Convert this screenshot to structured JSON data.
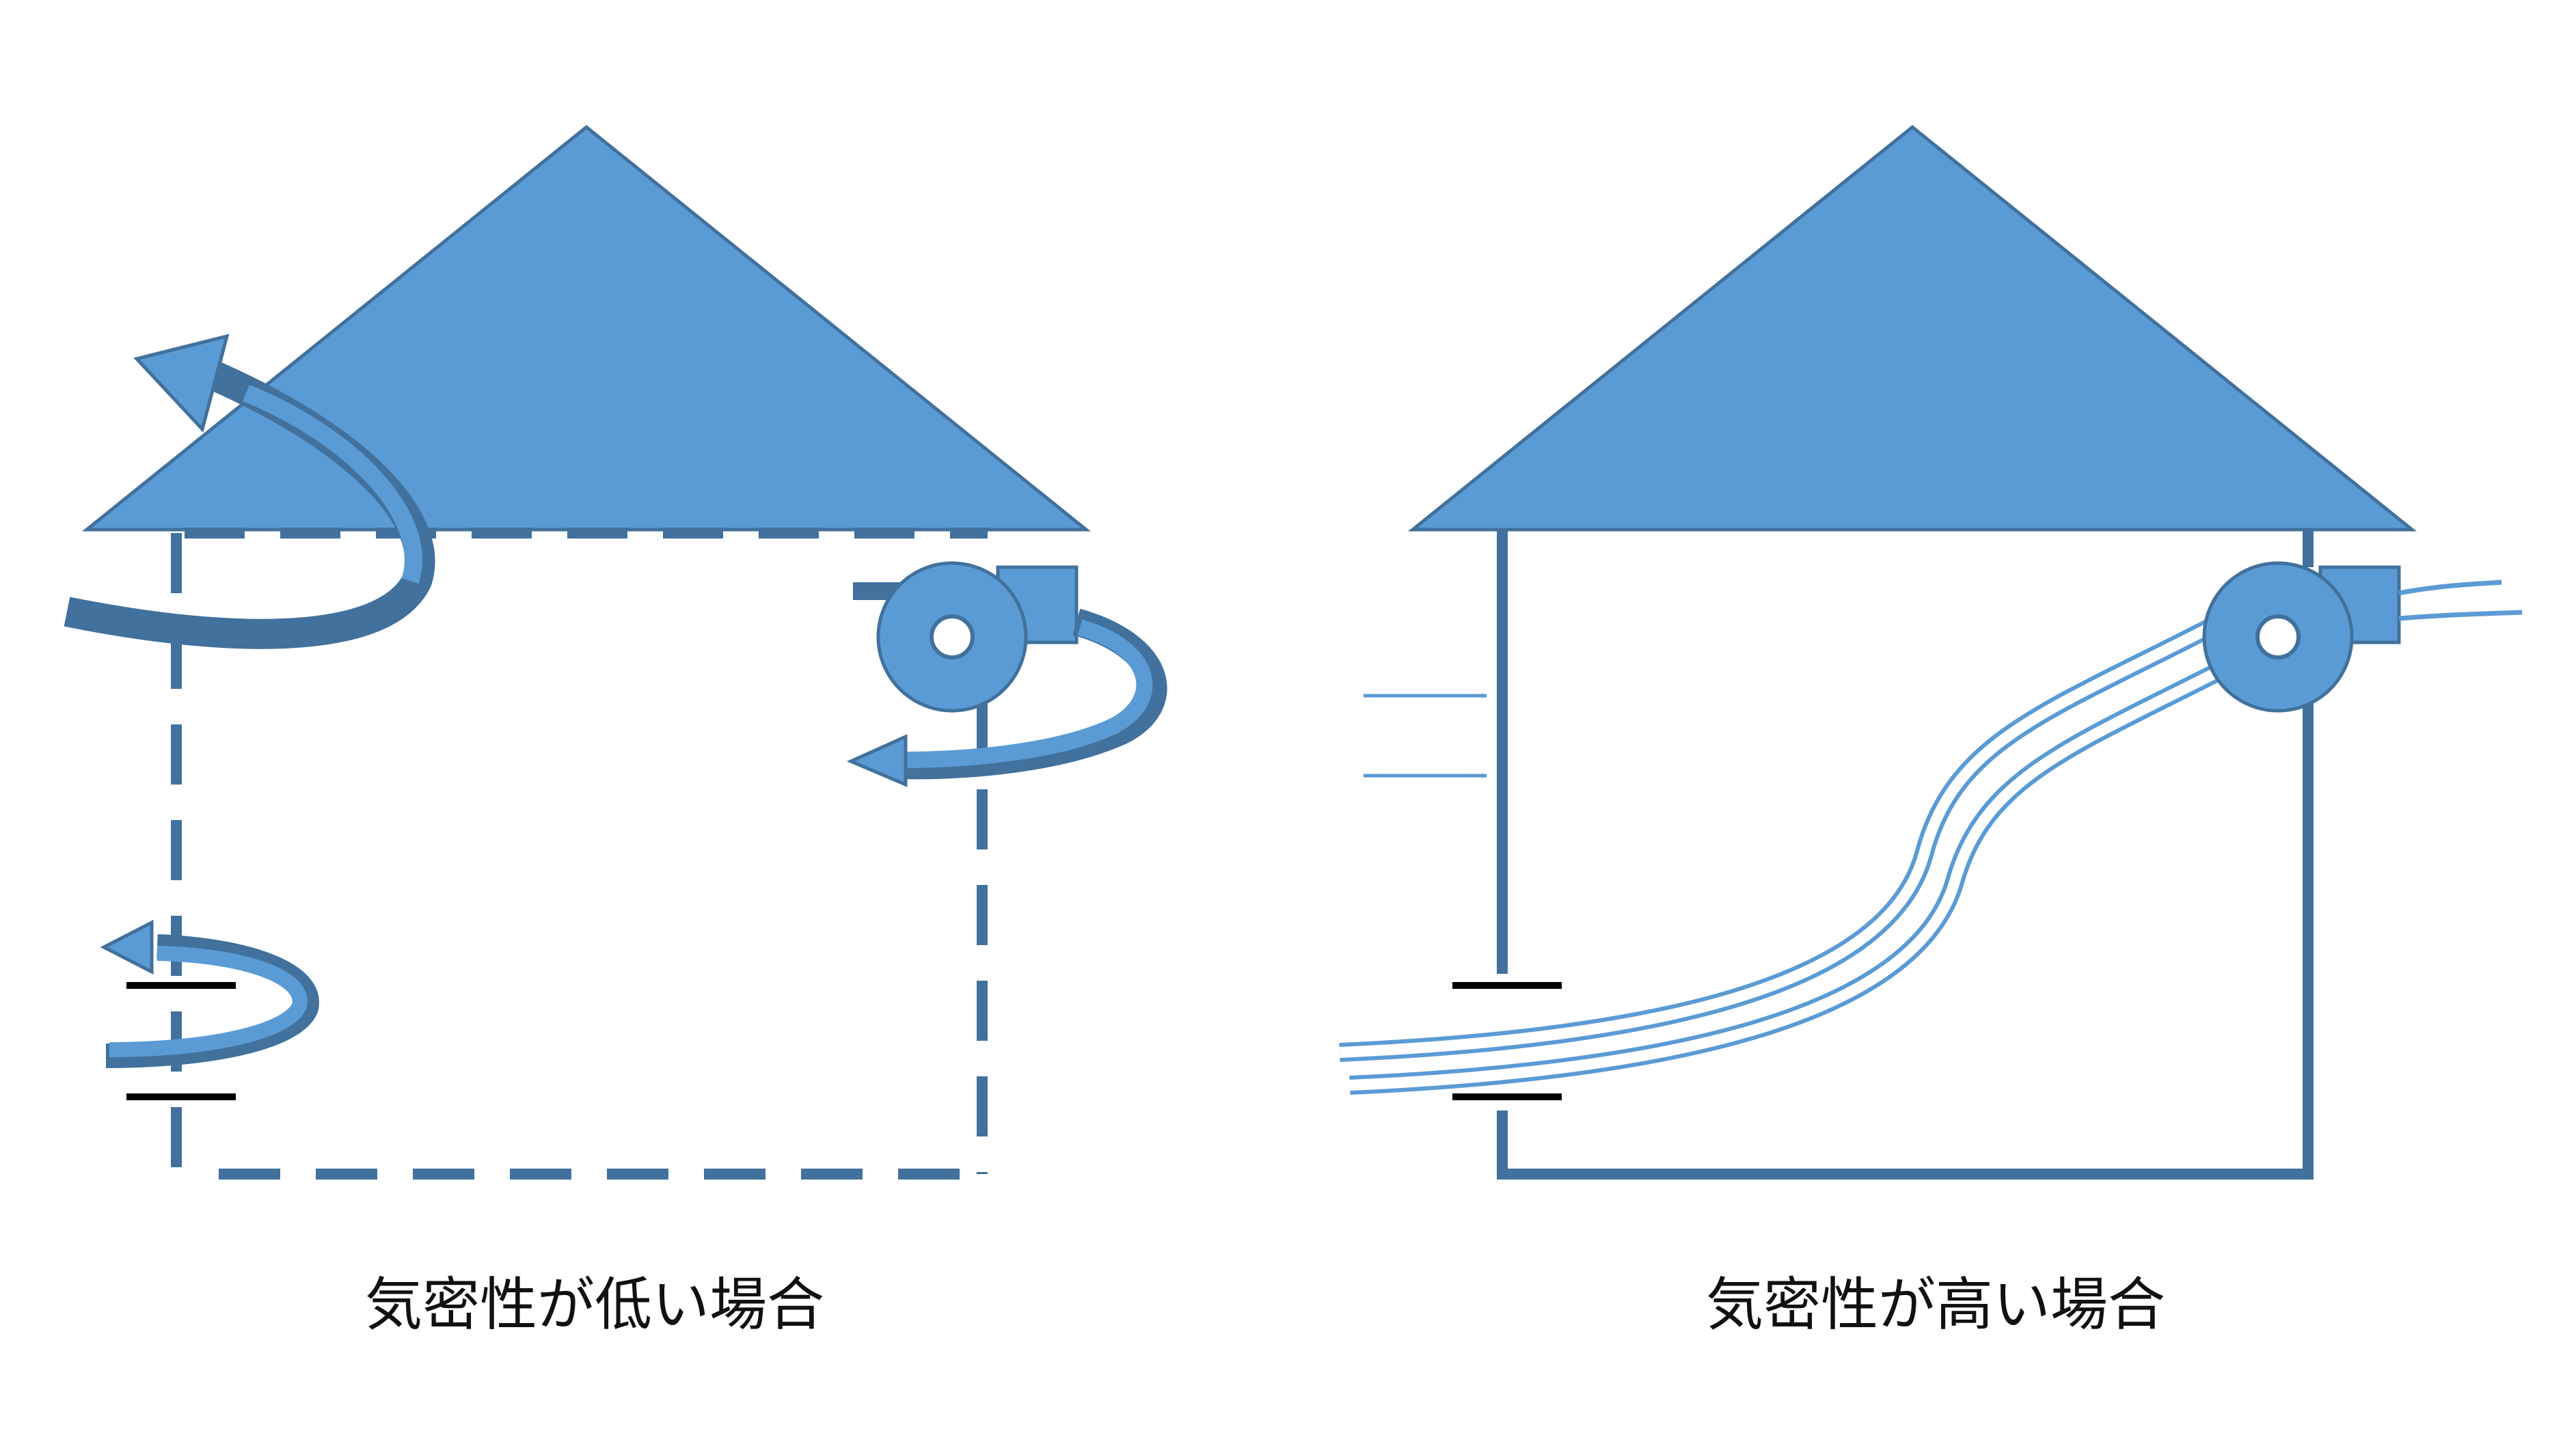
{
  "colors": {
    "roof_fill": "#5B9BD5",
    "wall_stroke": "#41719C",
    "air_arrow": "#5B9BD5",
    "air_arrow_dark": "#4A7DB5",
    "fan_fill": "#5B9BD5",
    "inlet_bar": "#000000",
    "caption_text": "#111111"
  },
  "panels": {
    "low_airtightness": {
      "caption": "気密性が低い場合",
      "walls": "dashed"
    },
    "high_airtightness": {
      "caption": "気密性が高い場合",
      "walls": "solid"
    }
  }
}
